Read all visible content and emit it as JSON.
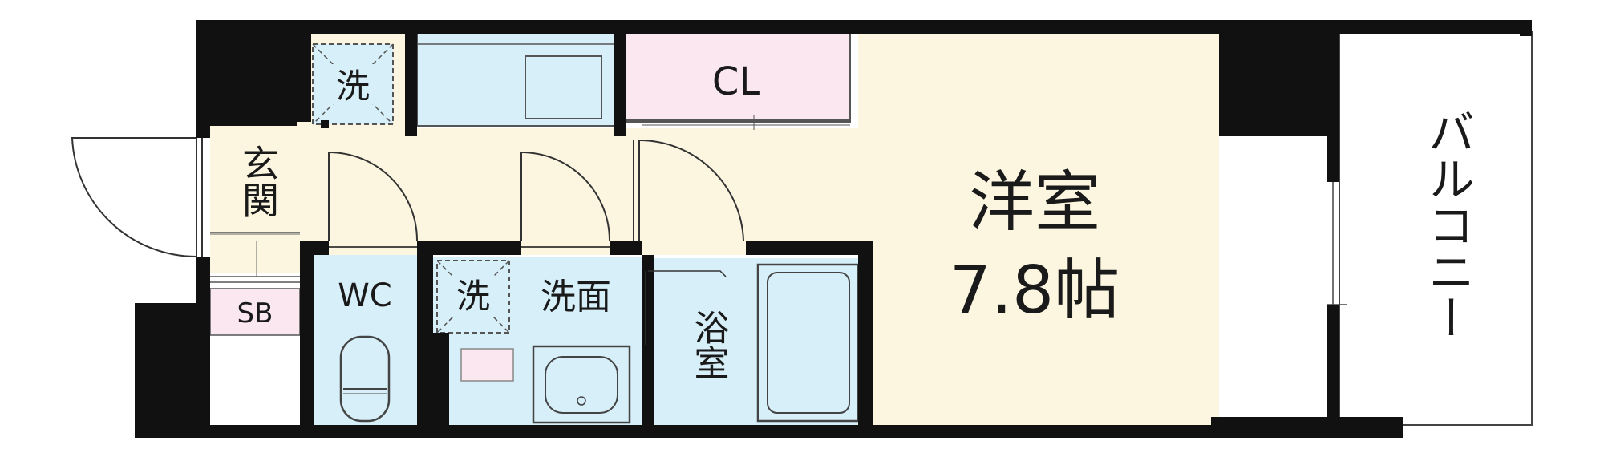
{
  "floorplan": {
    "rooms": {
      "western_room": {
        "name": "洋室",
        "size": "7.8帖"
      },
      "balcony": {
        "name": "バルコニー"
      },
      "entrance": {
        "name": "玄関"
      },
      "shoe_box": {
        "name": "SB"
      },
      "toilet": {
        "name": "WC"
      },
      "washroom": {
        "name": "洗面"
      },
      "bath": {
        "name": "浴室"
      },
      "closet": {
        "name": "CL"
      },
      "washer_space_top": {
        "name": "洗"
      },
      "washer_space_bottom": {
        "name": "洗"
      }
    },
    "colors": {
      "wall": "#111111",
      "floor": "#fcf6e1",
      "wet_area": "#d6eff9",
      "closet": "#fbe7ef",
      "balcony": "#ffffff"
    }
  }
}
